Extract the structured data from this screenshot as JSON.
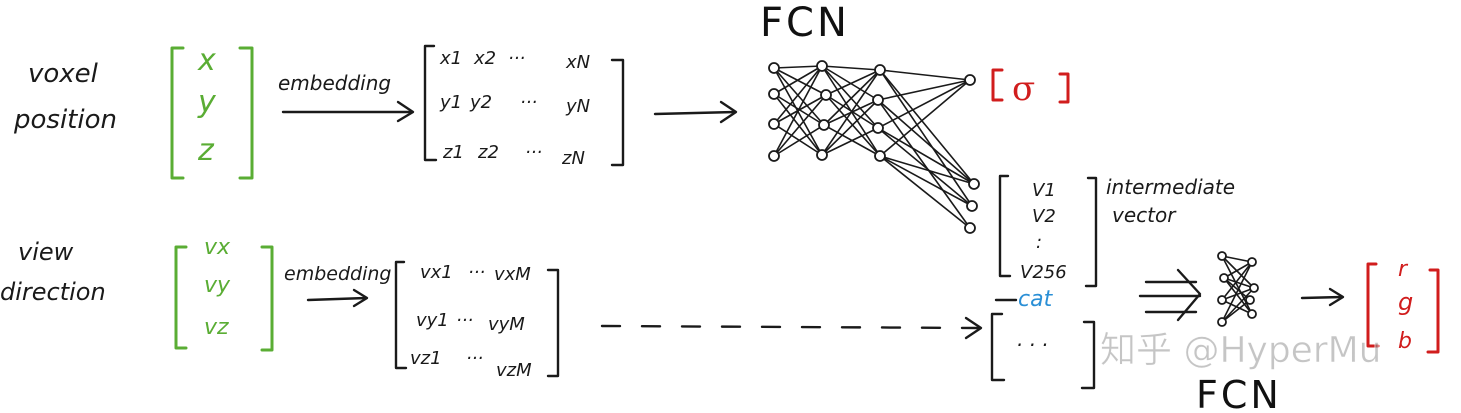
{
  "labels": {
    "voxel_line1": "voxel",
    "voxel_line2": "position",
    "view_line1": "view",
    "view_line2": "direction",
    "embedding_top": "embedding",
    "embedding_bottom": "embedding",
    "fcn_top": "FCN",
    "fcn_bottom": "FCN",
    "intermediate_line1": "intermediate",
    "intermediate_line2": "vector",
    "cat": "cat",
    "watermark": "知乎 @HyperMu"
  },
  "position_vector": [
    "x",
    "y",
    "z"
  ],
  "direction_vector": [
    "vx",
    "vy",
    "vz"
  ],
  "position_embedding": {
    "rows": [
      [
        "x1",
        "x2",
        "···",
        "xN"
      ],
      [
        "y1",
        "y2",
        "···",
        "yN"
      ],
      [
        "z1",
        "z2",
        "···",
        "zN"
      ]
    ]
  },
  "direction_embedding": {
    "rows": [
      [
        "vx1",
        "···",
        "vxM"
      ],
      [
        "vy1",
        "···",
        "vyM"
      ],
      [
        "vz1",
        "···",
        "vzM"
      ]
    ]
  },
  "density_output": "σ",
  "intermediate_vector": [
    "V1",
    "V2",
    ":",
    "V256"
  ],
  "cat_vector": "· · ·",
  "color_output": [
    "r",
    "g",
    "b"
  ],
  "colors": {
    "ink": "#1a1a1a",
    "input_green": "#5aad34",
    "output_red": "#d11d1d",
    "cat_blue": "#2a8fd6"
  }
}
